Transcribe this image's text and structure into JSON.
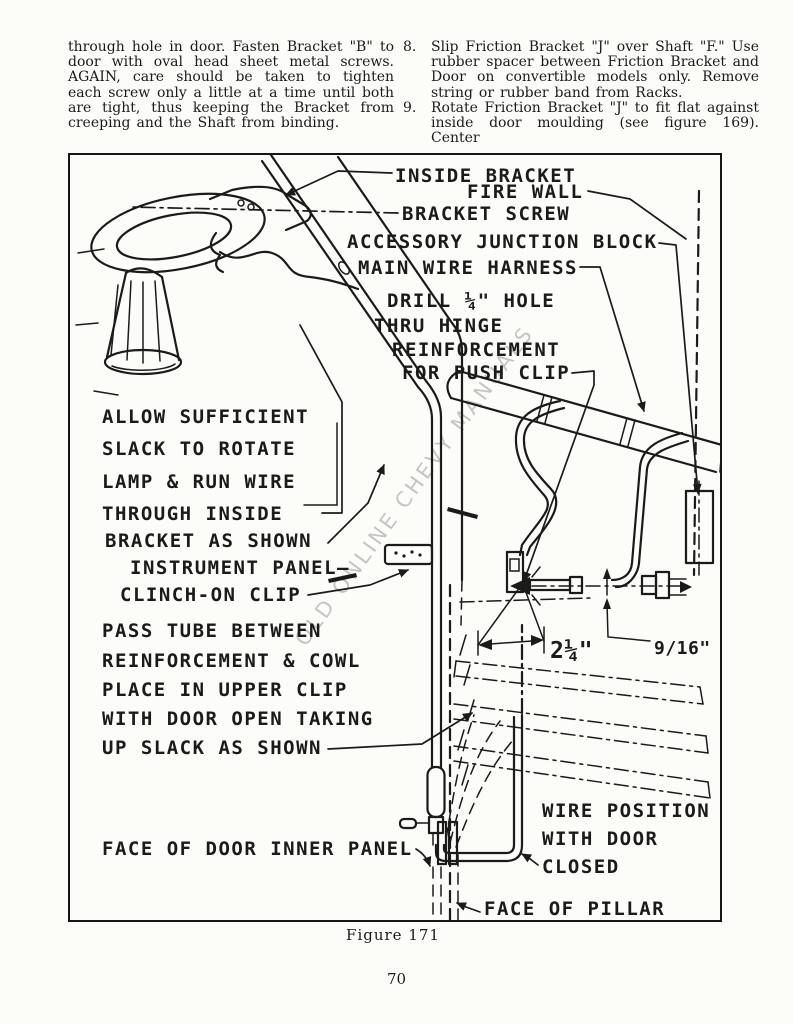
{
  "body_text": {
    "left_paragraph": "through hole in door.  Fasten Bracket \"B\" to door with oval head sheet metal screws. AGAIN, care should be taken to tighten each screw only a little at a time until both are tight, thus keeping the Bracket from creeping and the Shaft from binding.",
    "items": [
      {
        "num": "8.",
        "text": "Slip Friction Bracket \"J\" over Shaft \"F.\" Use rubber spacer between Friction Bracket and Door on convertible models only. Remove string or rubber band from Racks."
      },
      {
        "num": "9.",
        "text": "Rotate Friction Bracket \"J\" to fit flat against inside door moulding (see figure 169).  Center"
      }
    ]
  },
  "figure": {
    "caption": "Figure 171",
    "watermark": "OLD ONLINE CHEVY MANUALS",
    "labels": {
      "inside_bracket": "INSIDE BRACKET",
      "fire_wall": "FIRE WALL",
      "bracket_screw": "BRACKET SCREW",
      "accessory_junction_block": "ACCESSORY JUNCTION BLOCK",
      "main_wire_harness": "MAIN WIRE HARNESS",
      "drill_hole_1": "DRILL ¼\" HOLE",
      "drill_hole_2": "THRU HINGE",
      "drill_hole_3": "REINFORCEMENT",
      "drill_hole_4": "FOR PUSH CLIP",
      "slack_1": "ALLOW SUFFICIENT",
      "slack_2": "SLACK TO ROTATE",
      "slack_3": "LAMP & RUN WIRE",
      "slack_4": "THROUGH INSIDE",
      "slack_5": "BRACKET AS SHOWN",
      "instrument_panel": "INSTRUMENT PANEL—",
      "clinch_on_clip": "CLINCH-ON CLIP",
      "pass_tube_1": "PASS TUBE BETWEEN",
      "pass_tube_2": "REINFORCEMENT & COWL",
      "pass_tube_3": "PLACE IN UPPER CLIP",
      "pass_tube_4": "WITH DOOR OPEN TAKING",
      "pass_tube_5": "UP SLACK AS SHOWN",
      "face_of_door_inner_panel": "FACE OF DOOR INNER PANEL",
      "dim_two_quarter": "2¼\"",
      "dim_nine_sixteenth": "9/16\"",
      "wire_position_1": "WIRE POSITION",
      "wire_position_2": "WITH DOOR",
      "wire_position_3": "CLOSED",
      "face_of_pillar": "FACE OF PILLAR"
    }
  },
  "footer": {
    "page_number": "70"
  }
}
